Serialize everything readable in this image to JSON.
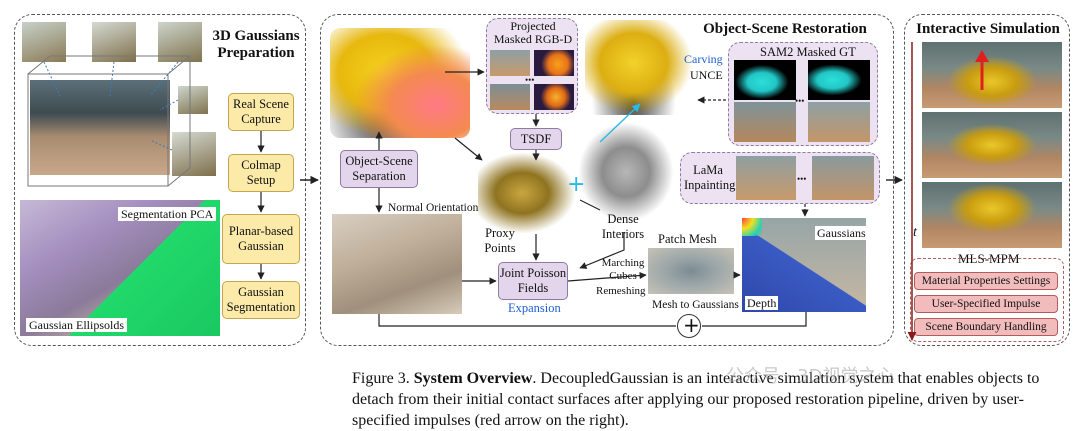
{
  "prep": {
    "title": "3D Gaussians Preparation",
    "steps": [
      "Real Scene Capture",
      "Colmap Setup",
      "Planar-based Gaussian",
      "Gaussian Segmentation"
    ],
    "pca_label": "Segmentation PCA",
    "ellipsoid_label": "Gaussian Ellipsolds"
  },
  "restoration": {
    "title": "Object-Scene Restoration",
    "projected_label": "Projected Masked RGB-D",
    "tsdf": "TSDF",
    "separation": "Object-Scene Separation",
    "normal_orientation": "Normal Orientation",
    "proxy_points": "Proxy Points",
    "dense_interiors": "Dense Interiors",
    "joint_poisson": "Joint Poisson Fields",
    "expansion": "Expansion",
    "patch_mesh": "Patch Mesh",
    "marching_cubes": "Marching Cubes",
    "remeshing": "Remeshing",
    "mesh_to_gaussians": "Mesh to Gaussians",
    "carving": "Carving",
    "unce": "UNCE",
    "sam2": "SAM2 Masked GT",
    "lama": "LaMa Inpainting",
    "gaussians": "Gaussians",
    "depth": "Depth",
    "plus": "+",
    "ellipsis": "•••"
  },
  "simulation": {
    "title": "Interactive Simulation",
    "time_label": "t",
    "mpm_label": "MLS-MPM",
    "items": [
      "Material Properties Settings",
      "User-Specified Impulse",
      "Scene Boundary Handling"
    ]
  },
  "caption": {
    "figure": "Figure 3.",
    "bold": "System Overview",
    "text": ". DecoupledGaussian is an interactive simulation system that enables objects to detach from their initial contact surfaces after applying our proposed restoration pipeline, driven by user-specified impulses (red arrow on the right).",
    "watermark": "公众号 · 3D视觉之心"
  },
  "colors": {
    "yellow_box": "#fbeaa8",
    "purple_box": "#e3d6ec",
    "red_box": "#f2bcbc",
    "expansion_blue": "#1f5fd0",
    "impulse_red": "#e02020"
  }
}
